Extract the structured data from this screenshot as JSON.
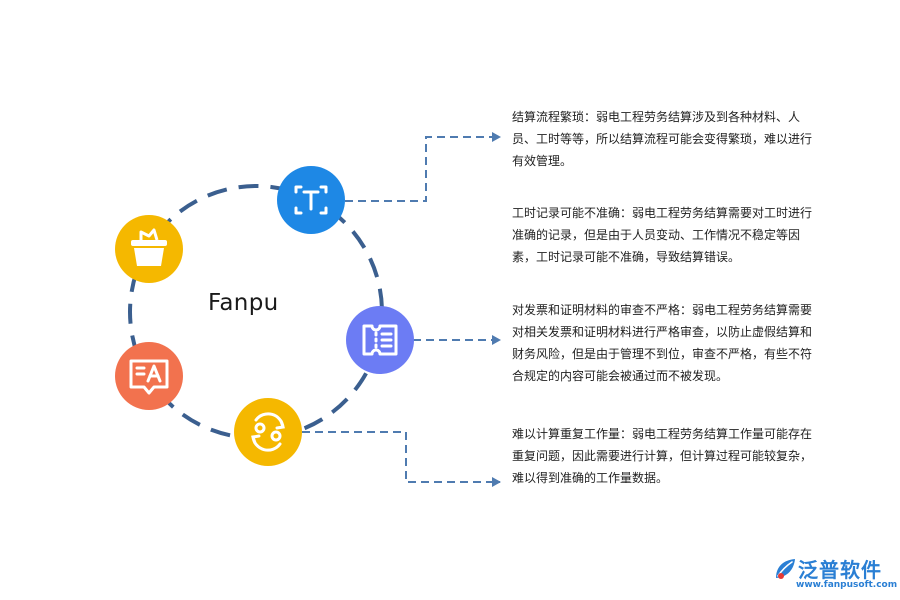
{
  "center": {
    "label": "Fanpu"
  },
  "nodes": [
    {
      "id": "text",
      "icon": "text-t-icon",
      "color": "#1E88E5"
    },
    {
      "id": "basket",
      "icon": "basket-icon",
      "color": "#F5B800"
    },
    {
      "id": "ticket",
      "icon": "ticket-list-icon",
      "color": "#6C7CF4"
    },
    {
      "id": "message",
      "icon": "message-a-icon",
      "color": "#F2724E"
    },
    {
      "id": "cycle",
      "icon": "cycle-icon",
      "color": "#F5B800"
    }
  ],
  "points": [
    {
      "text": "结算流程繁琐：弱电工程劳务结算涉及到各种材料、人员、工时等等，所以结算流程可能会变得繁琐，难以进行有效管理。"
    },
    {
      "text": "工时记录可能不准确：弱电工程劳务结算需要对工时进行准确的记录，但是由于人员变动、工作情况不稳定等因素，工时记录可能不准确，导致结算错误。"
    },
    {
      "text": "对发票和证明材料的审查不严格：弱电工程劳务结算需要对相关发票和证明材料进行严格审查，以防止虚假结算和财务风险，但是由于管理不到位，审查不严格，有些不符合规定的内容可能会被通过而不被发现。"
    },
    {
      "text": "难以计算重复工作量：弱电工程劳务结算工作量可能存在重复问题，因此需要进行计算，但计算过程可能较复杂，难以得到准确的工作量数据。"
    }
  ],
  "colors": {
    "ring": "#3B5F8F",
    "connector": "#4F7BB0"
  },
  "logo": {
    "name": "泛普软件",
    "url": "www.fanpusoft.com",
    "color": "#2A7FD4"
  }
}
